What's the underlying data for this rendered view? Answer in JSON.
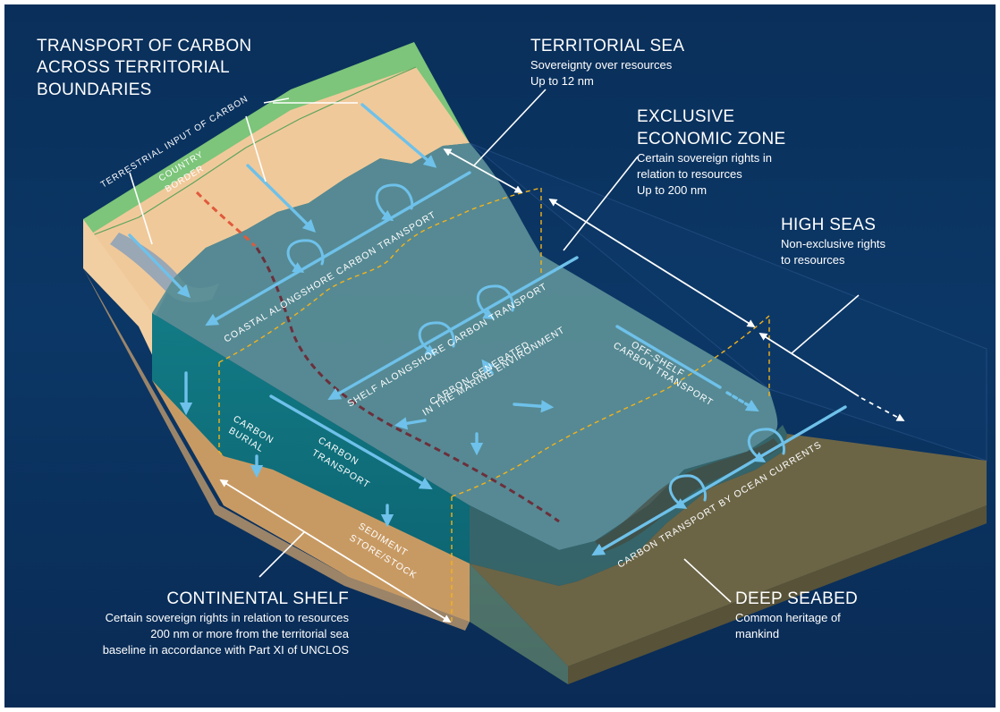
{
  "labels": {
    "title": [
      "TRANSPORT OF CARBON",
      "ACROSS TERRITORIAL",
      "BOUNDARIES"
    ],
    "territorial_sea": {
      "heading": "TERRITORIAL SEA",
      "lines": [
        "Sovereignty over resources",
        "Up to 12 nm"
      ]
    },
    "eez": {
      "heading": [
        "EXCLUSIVE",
        "ECONOMIC ZONE"
      ],
      "lines": [
        "Certain sovereign rights in",
        "relation to resources",
        "Up to 200 nm"
      ]
    },
    "high_seas": {
      "heading": "HIGH SEAS",
      "lines": [
        "Non-exclusive rights",
        "to resources"
      ]
    },
    "continental_shelf": {
      "heading": "CONTINENTAL SHELF",
      "lines": [
        "Certain sovereign rights in relation to resources",
        "200 nm or more from the territorial sea",
        "baseline in accordance with Part XI of UNCLOS"
      ]
    },
    "deep_seabed": {
      "heading": "DEEP SEABED",
      "lines": [
        "Common heritage of",
        "mankind"
      ]
    }
  },
  "diagram_text": {
    "terrestrial_input": "TERRESTRIAL INPUT OF CARBON",
    "country_border": [
      "COUNTRY",
      "BORDER"
    ],
    "coastal_transport": "COASTAL ALONGSHORE CARBON TRANSPORT",
    "shelf_transport": "SHELF ALONGSHORE CARBON TRANSPORT",
    "marine_generated": [
      "CARBON GENERATED",
      "IN THE MARINE ENVIRONMENT"
    ],
    "off_shelf": [
      "CARBON TRANSPORT",
      "OFF-SHELF"
    ],
    "ocean_currents": "CARBON TRANSPORT BY OCEAN CURRENTS",
    "carbon_burial": [
      "CARBON",
      "BURIAL"
    ],
    "carbon_transport": [
      "CARBON",
      "TRANSPORT"
    ],
    "sediment": [
      "SEDIMENT",
      "STORE/STOCK"
    ]
  },
  "colors": {
    "background": "#0a2f5a",
    "land": "#7cc57a",
    "beach": "#f0c99a",
    "sea_surface": "#5b8e96",
    "sea_front": "#10757f",
    "sediment": "#c89a63",
    "arrow": "#6ec1ea",
    "zone_boundary": "#f2b21c",
    "border_line": "#e05a3c"
  }
}
